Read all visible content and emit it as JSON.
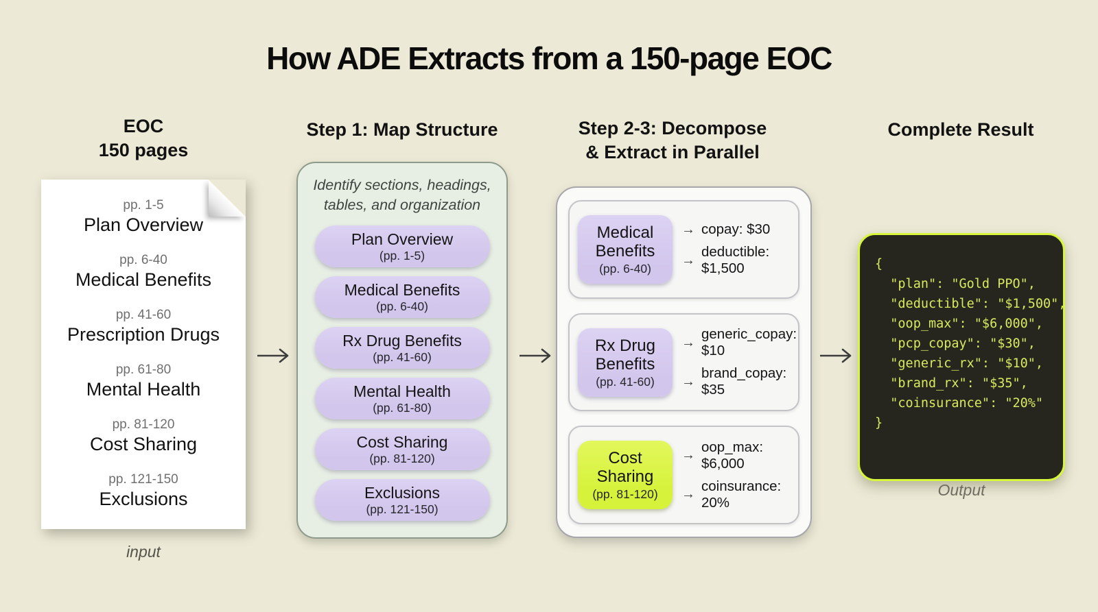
{
  "title": "How ADE Extracts from a 150-page EOC",
  "colors": {
    "background": "#ECE9D6",
    "purple": "#D2C6EC",
    "lime": "#D6F23A",
    "code_bg": "#26261F",
    "code_border": "#D8F63C",
    "code_text": "#D8EA5E"
  },
  "input_doc": {
    "header_line1": "EOC",
    "header_line2": "150 pages",
    "caption": "input",
    "sections": [
      {
        "pages": "pp. 1-5",
        "name": "Plan Overview"
      },
      {
        "pages": "pp. 6-40",
        "name": "Medical Benefits"
      },
      {
        "pages": "pp. 41-60",
        "name": "Prescription Drugs"
      },
      {
        "pages": "pp. 61-80",
        "name": "Mental Health"
      },
      {
        "pages": "pp. 81-120",
        "name": "Cost Sharing"
      },
      {
        "pages": "pp. 121-150",
        "name": "Exclusions"
      }
    ]
  },
  "step1": {
    "header": "Step 1: Map Structure",
    "subtitle_line1": "Identify sections, headings,",
    "subtitle_line2": "tables, and organization",
    "pills": [
      {
        "name": "Plan Overview",
        "pages": "(pp. 1-5)"
      },
      {
        "name": "Medical Benefits",
        "pages": "(pp. 6-40)"
      },
      {
        "name": "Rx Drug Benefits",
        "pages": "(pp. 41-60)"
      },
      {
        "name": "Mental Health",
        "pages": "(pp. 61-80)"
      },
      {
        "name": "Cost Sharing",
        "pages": "(pp. 81-120)"
      },
      {
        "name": "Exclusions",
        "pages": "(pp. 121-150)"
      }
    ]
  },
  "step23": {
    "header_line1": "Step 2-3: Decompose",
    "header_line2": "& Extract in Parallel",
    "cards": [
      {
        "badge_name": "Medical Benefits",
        "badge_pages": "(pp. 6-40)",
        "fields": [
          {
            "arrow": "→",
            "text": "copay: $30"
          },
          {
            "arrow": "→",
            "text": "deductible: $1,500"
          }
        ]
      },
      {
        "badge_name": "Rx Drug Benefits",
        "badge_pages": "(pp. 41-60)",
        "fields": [
          {
            "arrow": "→",
            "text": "generic_copay: $10"
          },
          {
            "arrow": "→",
            "text": "brand_copay: $35"
          }
        ]
      },
      {
        "badge_name": "Cost Sharing",
        "badge_pages": "(pp. 81-120)",
        "fields": [
          {
            "arrow": "→",
            "text": "oop_max: $6,000"
          },
          {
            "arrow": "→",
            "text": "coinsurance: 20%"
          }
        ]
      }
    ]
  },
  "result": {
    "header": "Complete Result",
    "caption": "Output",
    "code_lines": [
      "{",
      "  \"plan\": \"Gold PPO\",",
      "  \"deductible\": \"$1,500\",",
      "  \"oop_max\": \"$6,000\",",
      "  \"pcp_copay\": \"$30\",",
      "  \"generic_rx\": \"$10\",",
      "  \"brand_rx\": \"$35\",",
      "  \"coinsurance\": \"20%\"",
      "}"
    ]
  }
}
